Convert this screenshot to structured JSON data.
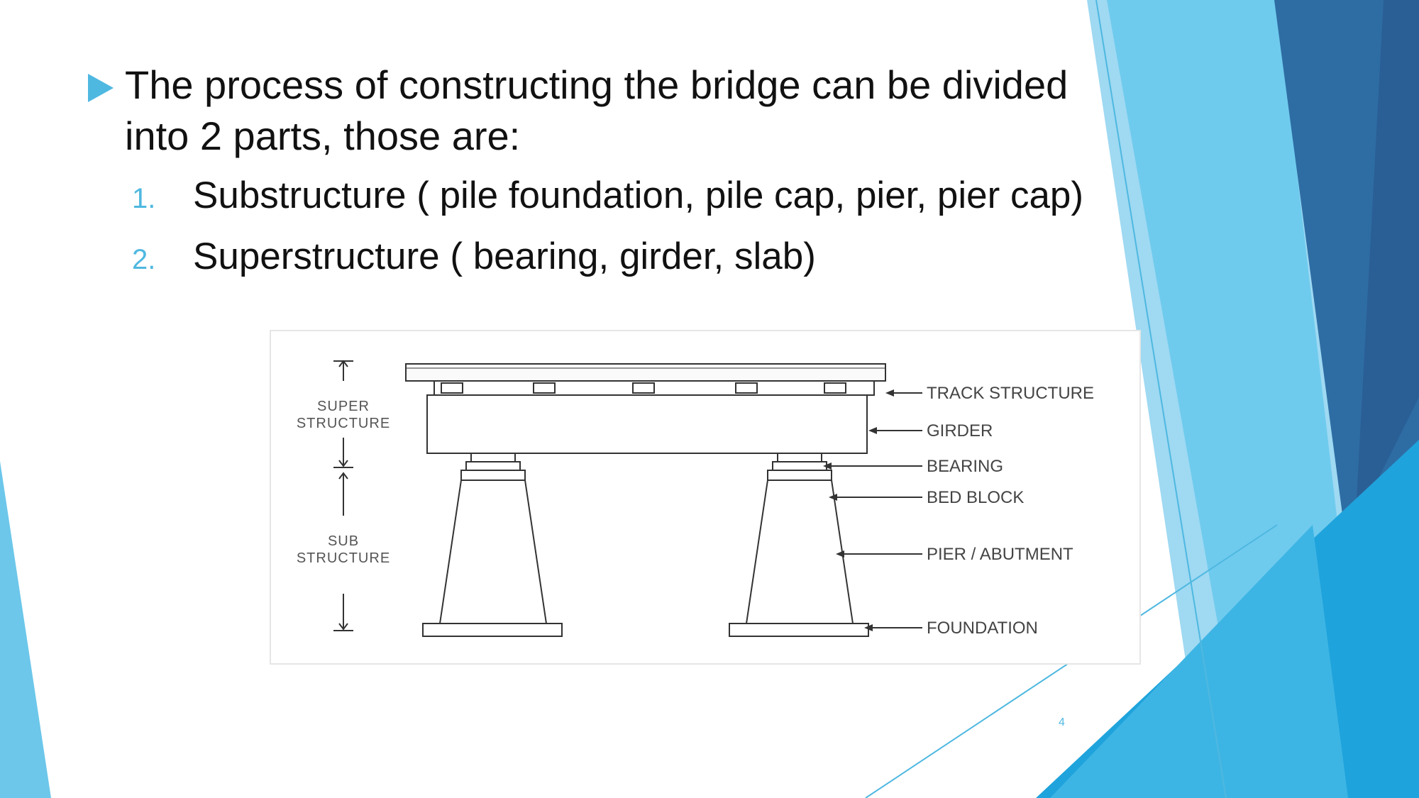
{
  "slide": {
    "heading": "The process of constructing the bridge can be divided into 2 parts, those are:",
    "items": [
      {
        "number": "1.",
        "text": "Substructure ( pile foundation, pile cap, pier, pier cap)"
      },
      {
        "number": "2.",
        "text": "Superstructure ( bearing, girder, slab)"
      }
    ],
    "page_number": "4"
  },
  "diagram": {
    "left_labels": {
      "super_line1": "SUPER",
      "super_line2": "STRUCTURE",
      "sub_line1": "SUB",
      "sub_line2": "STRUCTURE"
    },
    "callouts": [
      "TRACK STRUCTURE",
      "GIRDER",
      "BEARING",
      "BED BLOCK",
      "PIER / ABUTMENT",
      "FOUNDATION"
    ]
  },
  "colors": {
    "accent": "#4fb8e0",
    "dark_blue": "#2e6da4",
    "bright_blue": "#1fa3dc",
    "light_blue": "#9fd9f2"
  }
}
